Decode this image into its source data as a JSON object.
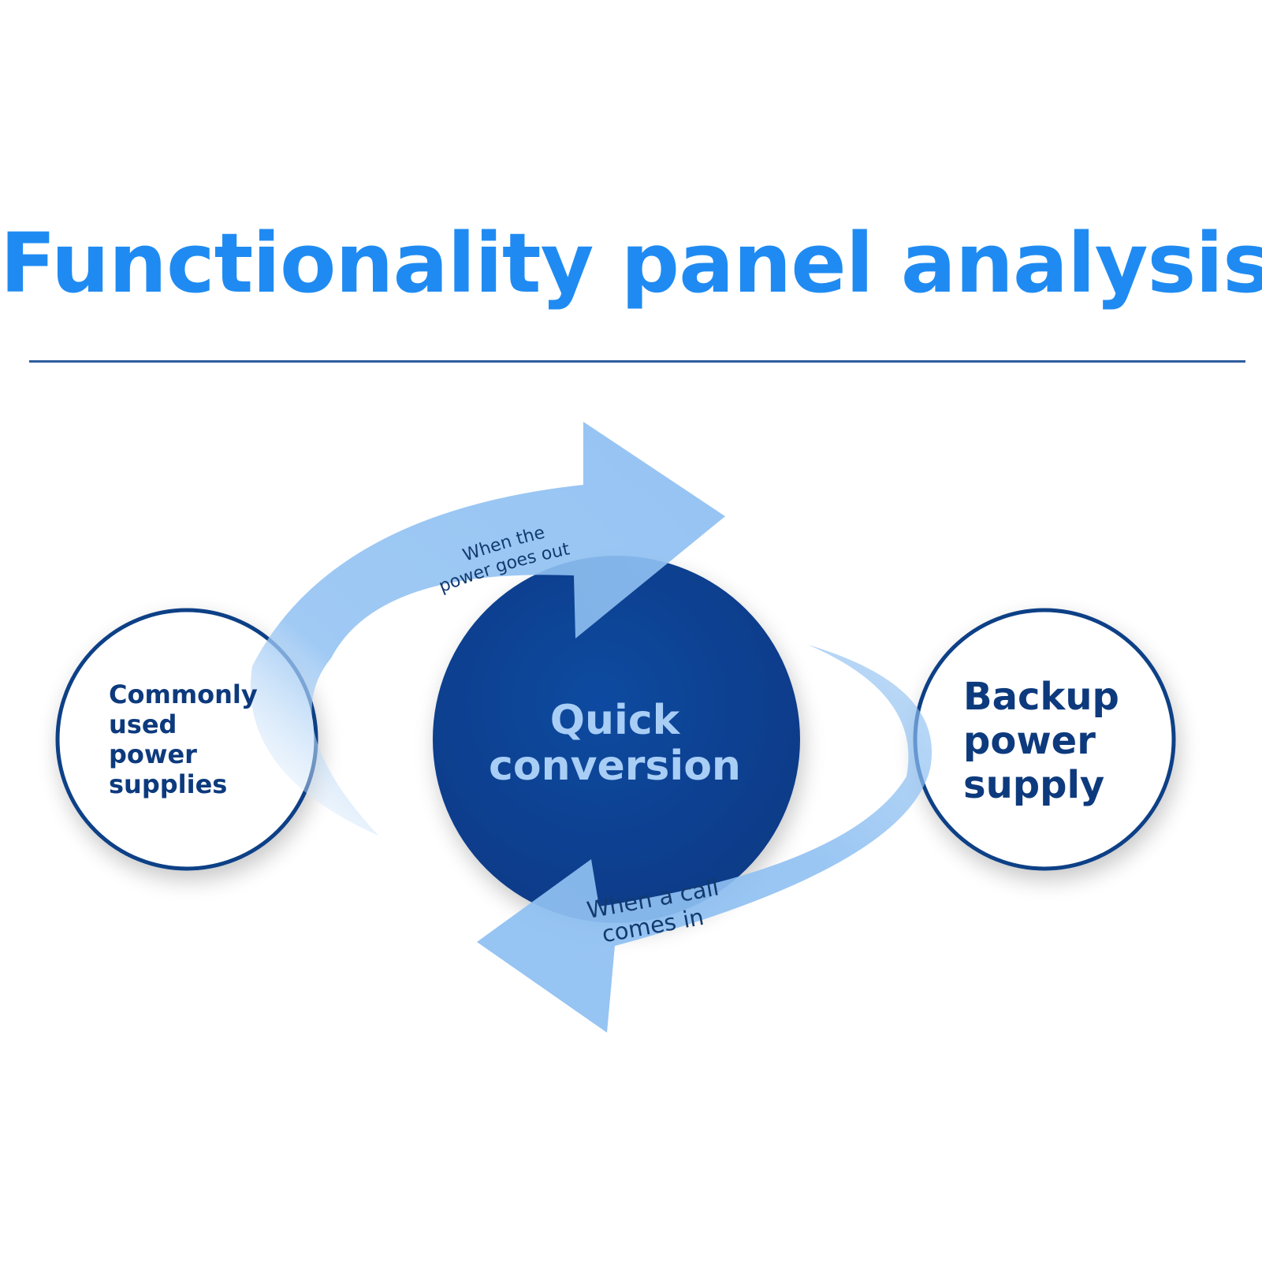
{
  "title": "Functionality panel analysis",
  "nodes": {
    "left": {
      "lines": [
        "Commonly",
        "used",
        "power",
        "supplies"
      ]
    },
    "center": {
      "lines": [
        "Quick",
        "conversion"
      ]
    },
    "right": {
      "lines": [
        "Backup",
        "power",
        "supply"
      ]
    }
  },
  "arrows": {
    "top": {
      "lines": [
        "When the",
        "power goes out"
      ]
    },
    "bottom": {
      "lines": [
        "When a call",
        "comes in"
      ]
    }
  },
  "colors": {
    "title": "#1f8bf2",
    "rule": "#2f5d9f",
    "node_text": "#0d3a7d",
    "node_border": "#0f3f86",
    "center_fill": "#0b4191",
    "center_text": "#a9cef6",
    "arrow_fill": "#8fc0f2",
    "arrow_text": "#123a6e"
  }
}
